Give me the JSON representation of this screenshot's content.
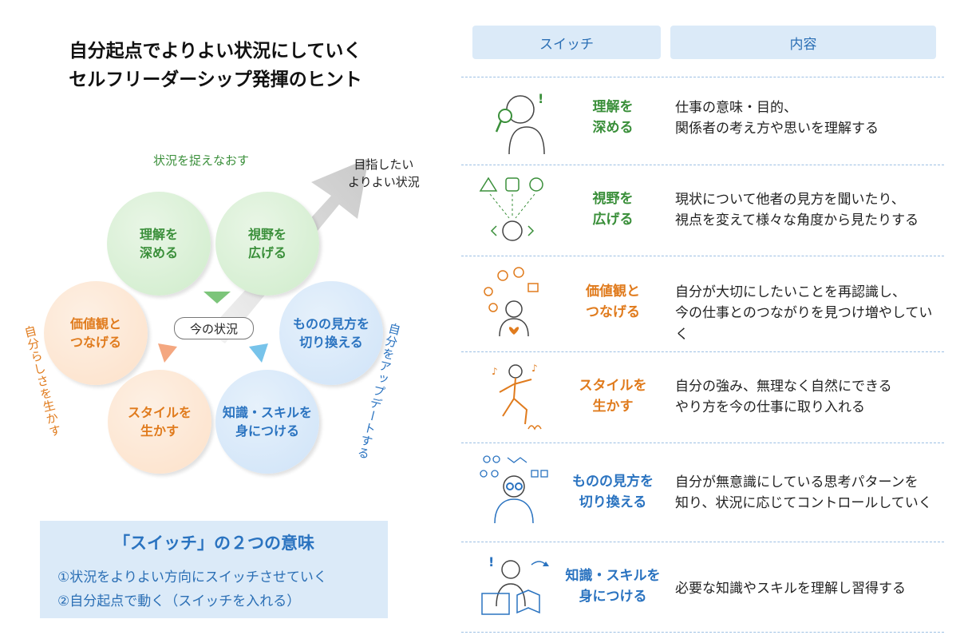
{
  "title": {
    "line1": "自分起点でよりよい状況にしていく",
    "line2": "セルフリーダーシップ発揮のヒント"
  },
  "diagram": {
    "top_label": "状況を捉えなおす",
    "goal_label": "目指したい\nよりよい状況",
    "current_label": "今の状況",
    "left_label": "自分らしさを生かす",
    "right_label": "自分をアップデートする",
    "circles": [
      {
        "text": "理解を\n深める",
        "color": "green"
      },
      {
        "text": "視野を\n広げる",
        "color": "green"
      },
      {
        "text": "価値観と\nつなげる",
        "color": "orange"
      },
      {
        "text": "スタイルを\n生かす",
        "color": "orange"
      },
      {
        "text": "ものの見方を\n切り換える",
        "color": "blue"
      },
      {
        "text": "知識・スキルを\n身につける",
        "color": "blue"
      }
    ]
  },
  "meaning_box": {
    "title": "「スイッチ」の２つの意味",
    "item1": "①状況をよりよい方向にスイッチさせていく",
    "item2": "②自分起点で動く（スイッチを入れる）"
  },
  "table": {
    "header_switch": "スイッチ",
    "header_content": "内容",
    "rows": [
      {
        "switch": "理解を\n深める",
        "content": "仕事の意味・目的、\n関係者の考え方や思いを理解する",
        "color": "green",
        "icon": "magnifier-thinking-person-icon"
      },
      {
        "switch": "視野を\n広げる",
        "content": "現状について他者の見方を聞いたり、\n視点を変えて様々な角度から見たりする",
        "color": "green",
        "icon": "multiple-viewpoints-icon"
      },
      {
        "switch": "価値観と\nつなげる",
        "content": "自分が大切にしたいことを再認識し、\n今の仕事とのつながりを見つけ増やしていく",
        "color": "orange",
        "icon": "values-heart-person-icon"
      },
      {
        "switch": "スタイルを\n生かす",
        "content": "自分の強み、無理なく自然にできる\nやり方を今の仕事に取り入れる",
        "color": "orange",
        "icon": "dancing-person-icon"
      },
      {
        "switch": "ものの見方を\n切り換える",
        "content": "自分が無意識にしている思考パターンを\n知り、状況に応じてコントロールしていく",
        "color": "blue",
        "icon": "glasses-switch-person-icon"
      },
      {
        "switch": "知識・スキルを\n身につける",
        "content": "必要な知識やスキルを理解し習得する",
        "color": "blue",
        "icon": "studying-person-icon"
      }
    ]
  },
  "colors": {
    "green": "#3a8f3a",
    "orange": "#e07b1d",
    "blue": "#2a73c0",
    "header_bg": "#dbeaf8",
    "box_bg": "#dbeaf8"
  }
}
